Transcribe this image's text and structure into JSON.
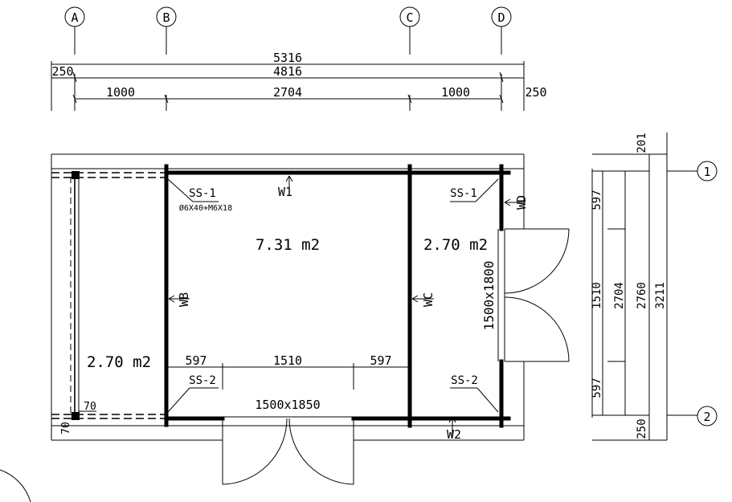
{
  "grid": {
    "columns": [
      "A",
      "B",
      "C",
      "D"
    ],
    "rows": [
      "1",
      "2"
    ]
  },
  "dims_top": {
    "overall": "5316",
    "inner": "4816",
    "left_overhang": "250",
    "right_overhang": "250",
    "seg_left": "1000",
    "seg_mid": "2704",
    "seg_right": "1000"
  },
  "dims_right": {
    "top": "201",
    "s1": "597",
    "s2": "1510",
    "s3": "597",
    "bottom": "250",
    "inner_a": "2704",
    "inner_b": "2760",
    "overall": "3211"
  },
  "rooms": {
    "main_area": "7.31 m2",
    "side_area": "2.70 m2",
    "terrace_area": "2.70 m2"
  },
  "openings": {
    "side_door": "1500x1800",
    "front_door": "1500x1850"
  },
  "front_dims": {
    "left": "597",
    "mid": "1510",
    "right": "597"
  },
  "small_dims": {
    "post_h": "70",
    "post_v": "70"
  },
  "walls": {
    "w1": "W1",
    "w2": "W2",
    "wb": "WB",
    "wc": "WC",
    "wd": "WD"
  },
  "sections": {
    "ss1": "SS-1",
    "ss1_spec": "Ø6X40+M6X18",
    "ss2": "SS-2"
  }
}
